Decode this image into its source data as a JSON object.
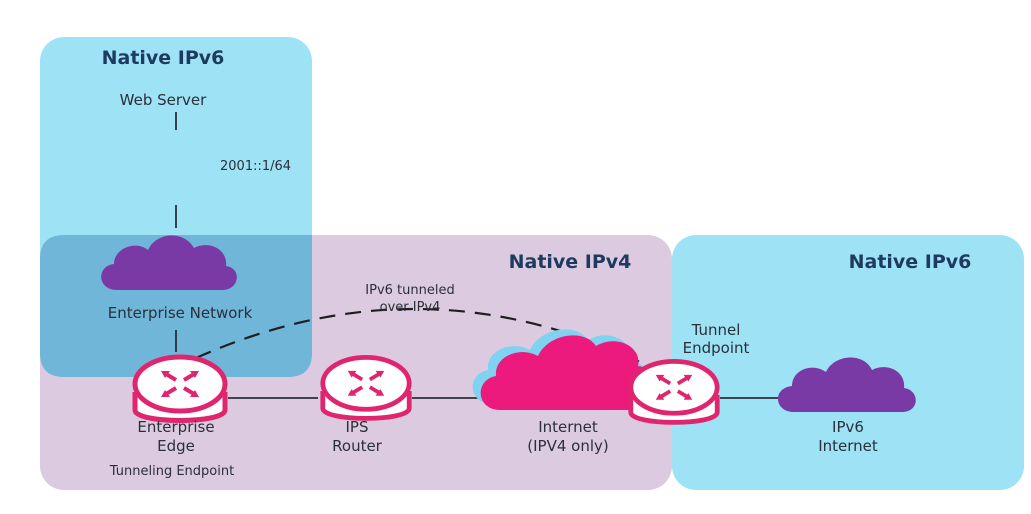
{
  "zones": {
    "top_left": "Native IPv6",
    "middle": "Native IPv4",
    "right": "Native IPv6"
  },
  "nodes": {
    "web_server": "Web Server",
    "address": "2001::1/64",
    "enterprise_network": "Enterprise Network",
    "tunnel_annotation": [
      "IPv6 tunneled",
      "over IPv4"
    ],
    "enterprise_edge": [
      "Enterprise",
      "Edge"
    ],
    "tunneling_endpoint": "Tunneling Endpoint",
    "ips_router": [
      "IPS",
      "Router"
    ],
    "internet": [
      "Internet",
      "(IPV4 only)"
    ],
    "tunnel_endpoint": [
      "Tunnel",
      "Endpoint"
    ],
    "ipv6_internet": [
      "IPv6",
      "Internet"
    ]
  },
  "colors": {
    "ipv6_zone": "#9ee3f5",
    "ipv4_zone": "#dccbe0",
    "overlap_zone": "#6fb6d9",
    "purple_cloud": "#7a3aa6",
    "pink_cloud": "#ec1a7c",
    "router_stroke": "#e0256f",
    "text": "#2a2f3a",
    "title": "#1e3a5f"
  }
}
